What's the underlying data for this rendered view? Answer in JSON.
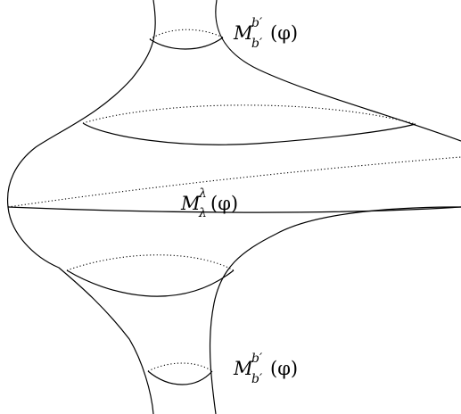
{
  "labels": {
    "top": {
      "main": "M",
      "superscript": "b′",
      "subscript": "b′",
      "argument": "(φ)"
    },
    "middle": {
      "main": "M",
      "superscript": "λ",
      "subscript": "λ",
      "argument": "(φ)"
    },
    "bottom": {
      "main": "M",
      "superscript": "b′",
      "subscript": "b′",
      "argument": "(φ)"
    }
  }
}
